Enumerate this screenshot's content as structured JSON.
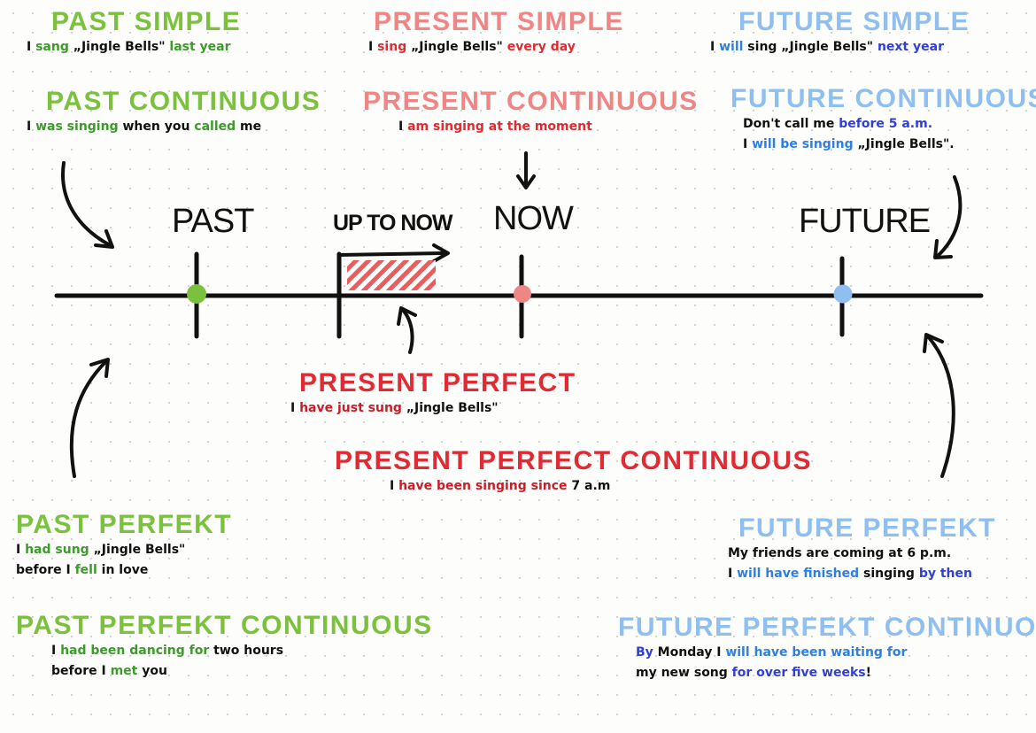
{
  "colors": {
    "past": "#7cc13d",
    "past_text": "#3d9a2c",
    "present": "#f08585",
    "present_text": "#e02a34",
    "present_dark": "#c81e2a",
    "future": "#8ebff0",
    "future_text": "#2f7fe0",
    "future_dark": "#2f3fd8",
    "ink": "#111111"
  },
  "timeline": {
    "past": "PAST",
    "up_to_now": "UP TO NOW",
    "now": "NOW",
    "future": "FUTURE"
  },
  "sections": [
    {
      "id": "past-simple",
      "title": "PAST SIMPLE",
      "title_color": "past",
      "lines": [
        [
          {
            "t": "I ",
            "c": "ink"
          },
          {
            "t": "sang",
            "c": "past_text"
          },
          {
            "t": " „Jingle Bells\" ",
            "c": "ink"
          },
          {
            "t": "last year",
            "c": "past_text"
          }
        ]
      ]
    },
    {
      "id": "present-simple",
      "title": "PRESENT SIMPLE",
      "title_color": "present",
      "lines": [
        [
          {
            "t": "I ",
            "c": "ink"
          },
          {
            "t": "sing",
            "c": "present_text"
          },
          {
            "t": " „Jingle Bells\" ",
            "c": "ink"
          },
          {
            "t": "every day",
            "c": "present_text"
          }
        ]
      ]
    },
    {
      "id": "future-simple",
      "title": "FUTURE SIMPLE",
      "title_color": "future",
      "lines": [
        [
          {
            "t": "I ",
            "c": "ink"
          },
          {
            "t": "will",
            "c": "future_text"
          },
          {
            "t": " sing „Jingle Bells\" ",
            "c": "ink"
          },
          {
            "t": "next year",
            "c": "future_dark"
          }
        ]
      ]
    },
    {
      "id": "past-continuous",
      "title": "PAST CONTINUOUS",
      "title_color": "past",
      "lines": [
        [
          {
            "t": "I ",
            "c": "ink"
          },
          {
            "t": "was singing",
            "c": "past_text"
          },
          {
            "t": " when you ",
            "c": "ink"
          },
          {
            "t": "called",
            "c": "past_text"
          },
          {
            "t": " me",
            "c": "ink"
          }
        ]
      ]
    },
    {
      "id": "present-continuous",
      "title": "PRESENT CONTINUOUS",
      "title_color": "present",
      "lines": [
        [
          {
            "t": "I ",
            "c": "ink"
          },
          {
            "t": "am singing at the moment",
            "c": "present_text"
          }
        ]
      ]
    },
    {
      "id": "future-continuous",
      "title": "FUTURE CONTINUOUS",
      "title_color": "future",
      "lines": [
        [
          {
            "t": "Don't call me ",
            "c": "ink"
          },
          {
            "t": "before 5 a.m.",
            "c": "future_dark"
          }
        ],
        [
          {
            "t": "I ",
            "c": "ink"
          },
          {
            "t": "will be singing",
            "c": "future_text"
          },
          {
            "t": " „Jingle Bells\".",
            "c": "ink"
          }
        ]
      ]
    },
    {
      "id": "present-perfect",
      "title": "PRESENT PERFECT",
      "title_color": "present_text",
      "lines": [
        [
          {
            "t": "I ",
            "c": "ink"
          },
          {
            "t": "have just sung",
            "c": "present_dark"
          },
          {
            "t": " „Jingle Bells\"",
            "c": "ink"
          }
        ]
      ]
    },
    {
      "id": "present-perfect-continuous",
      "title": "PRESENT PERFECT CONTINUOUS",
      "title_color": "present_text",
      "lines": [
        [
          {
            "t": "I ",
            "c": "ink"
          },
          {
            "t": "have been singing since",
            "c": "present_dark"
          },
          {
            "t": " 7 a.m",
            "c": "ink"
          }
        ]
      ]
    },
    {
      "id": "past-perfekt",
      "title": "PAST PERFEKT",
      "title_color": "past",
      "lines": [
        [
          {
            "t": "I ",
            "c": "ink"
          },
          {
            "t": "had sung",
            "c": "past_text"
          },
          {
            "t": " „Jingle Bells\"",
            "c": "ink"
          }
        ],
        [
          {
            "t": "before I ",
            "c": "ink"
          },
          {
            "t": "fell",
            "c": "past_text"
          },
          {
            "t": " in love",
            "c": "ink"
          }
        ]
      ]
    },
    {
      "id": "future-perfekt",
      "title": "FUTURE PERFEKT",
      "title_color": "future",
      "lines": [
        [
          {
            "t": "My friends are coming at 6 p.m.",
            "c": "ink"
          }
        ],
        [
          {
            "t": "I ",
            "c": "ink"
          },
          {
            "t": "will have finished",
            "c": "future_text"
          },
          {
            "t": " singing ",
            "c": "ink"
          },
          {
            "t": "by then",
            "c": "future_dark"
          }
        ]
      ]
    },
    {
      "id": "past-perfekt-continuous",
      "title": "PAST PERFEKT CONTINUOUS",
      "title_color": "past",
      "lines": [
        [
          {
            "t": "I ",
            "c": "ink"
          },
          {
            "t": "had been dancing for",
            "c": "past_text"
          },
          {
            "t": " two hours",
            "c": "ink"
          }
        ],
        [
          {
            "t": "before I ",
            "c": "ink"
          },
          {
            "t": "met",
            "c": "past_text"
          },
          {
            "t": " you",
            "c": "ink"
          }
        ]
      ]
    },
    {
      "id": "future-perfekt-continuous",
      "title": "FUTURE PERFEKT CONTINUOUS",
      "title_color": "future",
      "lines": [
        [
          {
            "t": "By",
            "c": "future_dark"
          },
          {
            "t": " Monday I ",
            "c": "ink"
          },
          {
            "t": "will have been waiting for",
            "c": "future_text"
          }
        ],
        [
          {
            "t": "my new song ",
            "c": "ink"
          },
          {
            "t": "for over five weeks",
            "c": "future_dark"
          },
          {
            "t": "!",
            "c": "ink"
          }
        ]
      ]
    }
  ]
}
